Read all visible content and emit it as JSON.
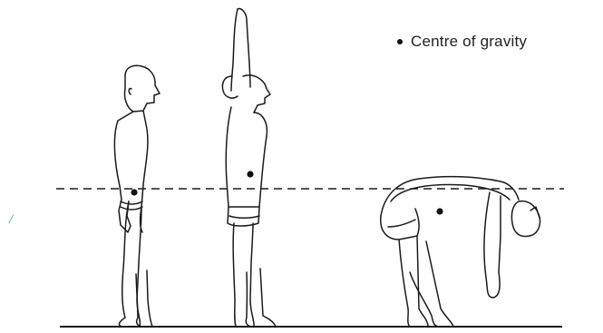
{
  "legend": {
    "marker": "•",
    "label": "Centre of gravity"
  },
  "edge_mark": "/",
  "figures": [
    {
      "pose": "standing",
      "center_of_gravity": "at line"
    },
    {
      "pose": "arms-raised",
      "center_of_gravity": "above line"
    },
    {
      "pose": "bent-forward",
      "center_of_gravity": "below line"
    }
  ],
  "colors": {
    "ink": "#1a1a1a",
    "background": "#ffffff",
    "edge_mark": "#4a8aa0"
  }
}
